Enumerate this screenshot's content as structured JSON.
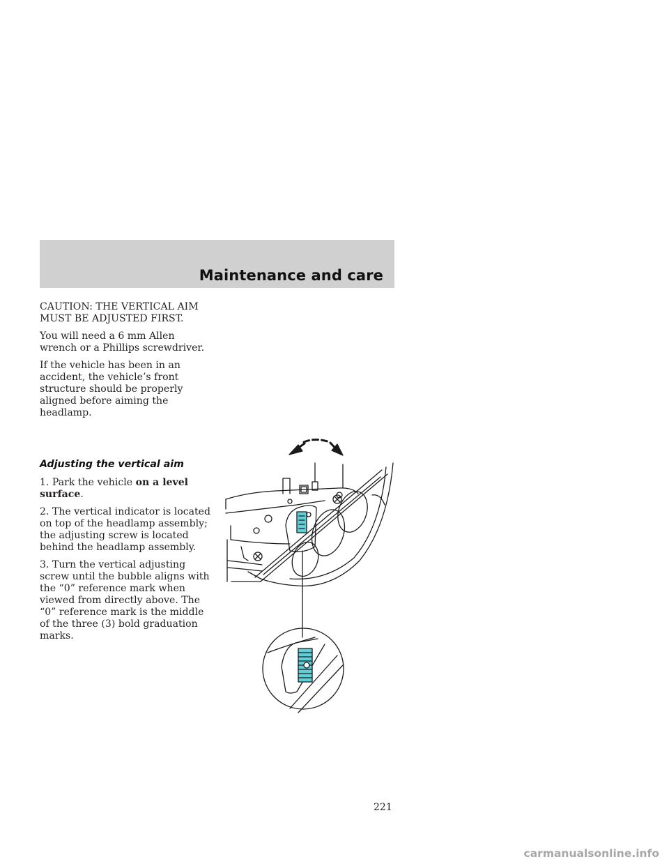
{
  "header": {
    "title": "Maintenance and care"
  },
  "intro": {
    "caution": "CAUTION: THE VERTICAL AIM MUST BE ADJUSTED FIRST.",
    "tools": "You will need a 6 mm Allen wrench or a Phillips screwdriver.",
    "accident_note": "If the vehicle has been in an accident, the vehicle’s front structure should be properly aligned before aiming the headlamp."
  },
  "section": {
    "heading": "Adjusting the vertical aim",
    "step1_prefix": "1. Park the vehicle ",
    "step1_bold": "on a level surface",
    "step1_suffix": ".",
    "step2": "2. The vertical indicator is located on top of the headlamp assembly; the adjusting screw is located behind the headlamp assembly.",
    "step3": "3. Turn the vertical adjusting screw until the bubble aligns with the “0” reference mark when viewed from directly above. The “0” reference mark is the middle of the three (3) bold graduation marks."
  },
  "illustration": {
    "icon": "headlamp-vertical-aim-diagram",
    "indicator_color": "#5fcfd8"
  },
  "page_number": "221",
  "watermark": "carmanualsonline.info"
}
